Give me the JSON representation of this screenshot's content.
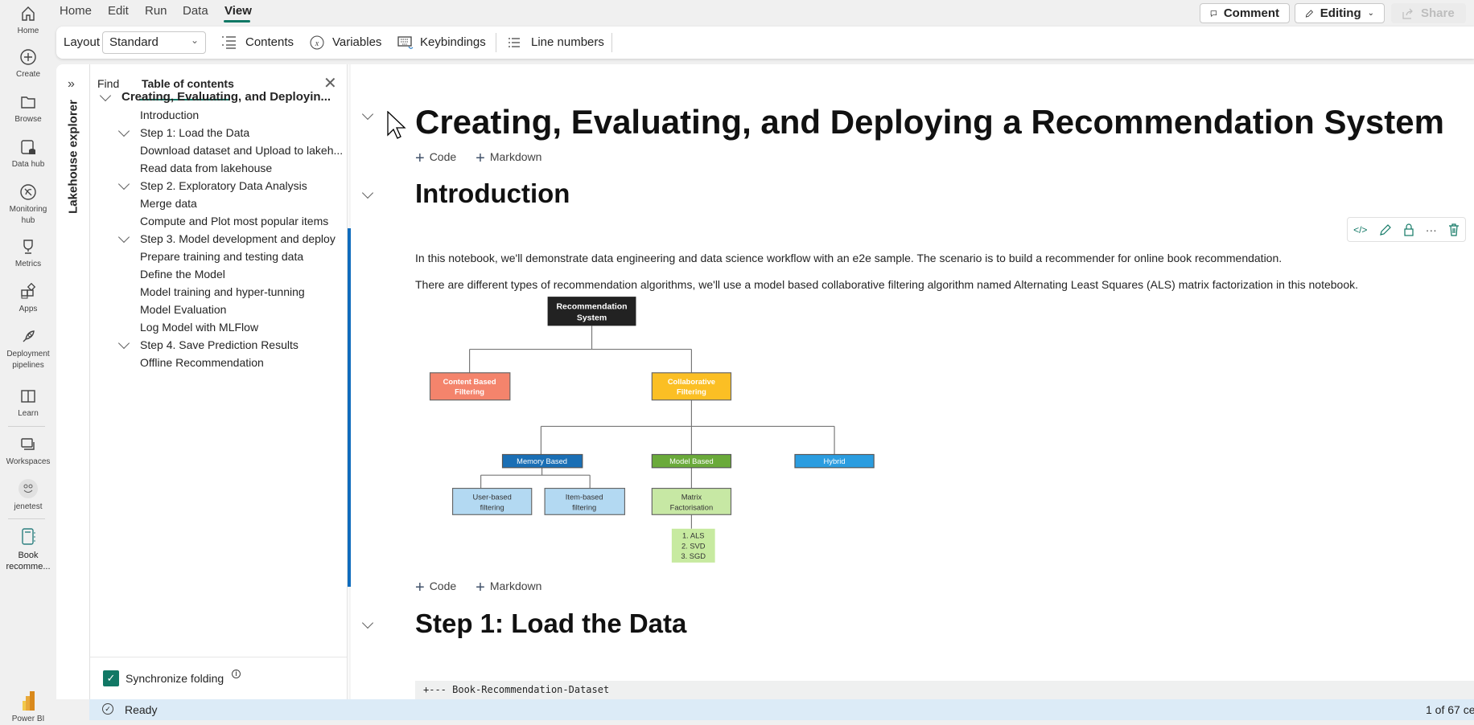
{
  "rail": {
    "items": [
      {
        "label": "Home",
        "icon": "home-icon"
      },
      {
        "label": "Create",
        "icon": "plus-circle-icon"
      },
      {
        "label": "Browse",
        "icon": "folder-icon"
      },
      {
        "label": "Data hub",
        "icon": "database-icon"
      },
      {
        "label": "Monitoring hub",
        "icon": "monitoring-icon"
      },
      {
        "label": "Metrics",
        "icon": "trophy-icon"
      },
      {
        "label": "Apps",
        "icon": "apps-icon"
      },
      {
        "label": "Deployment pipelines",
        "icon": "rocket-icon"
      },
      {
        "label": "Learn",
        "icon": "book-open-icon"
      },
      {
        "label": "Workspaces",
        "icon": "workspaces-icon"
      },
      {
        "label": "jenetest",
        "icon": "group-icon"
      },
      {
        "label": "Book recomme...",
        "icon": "notebook-icon"
      },
      {
        "label": "Power BI",
        "icon": "powerbi-logo"
      }
    ]
  },
  "menu": {
    "items": [
      "Home",
      "Edit",
      "Run",
      "Data",
      "View"
    ],
    "active": "View"
  },
  "header_buttons": {
    "comment": "Comment",
    "editing": "Editing",
    "share": "Share"
  },
  "toolbar": {
    "layout_label": "Layout",
    "layout_value": "Standard",
    "contents": "Contents",
    "variables": "Variables",
    "keybindings": "Keybindings",
    "line_numbers": "Line numbers"
  },
  "lakehouse_explorer": "Lakehouse explorer",
  "toc": {
    "tabs": [
      "Find",
      "Table of contents"
    ],
    "active_tab": "Table of contents",
    "heading": "Creating, Evaluating, and Deployin...",
    "items": [
      {
        "label": "Introduction",
        "level": 2,
        "collapsible": false
      },
      {
        "label": "Step 1: Load the Data",
        "level": 2,
        "collapsible": true
      },
      {
        "label": "Download dataset and Upload to lakeh...",
        "level": 3,
        "collapsible": false
      },
      {
        "label": "Read data from lakehouse",
        "level": 3,
        "collapsible": false
      },
      {
        "label": "Step 2. Exploratory Data Analysis",
        "level": 2,
        "collapsible": true
      },
      {
        "label": "Merge data",
        "level": 3,
        "collapsible": false
      },
      {
        "label": "Compute and Plot most popular items",
        "level": 3,
        "collapsible": false
      },
      {
        "label": "Step 3. Model development and deploy",
        "level": 2,
        "collapsible": true
      },
      {
        "label": "Prepare training and testing data",
        "level": 3,
        "collapsible": false
      },
      {
        "label": "Define the Model",
        "level": 3,
        "collapsible": false
      },
      {
        "label": "Model training and hyper-tunning",
        "level": 3,
        "collapsible": false
      },
      {
        "label": "Model Evaluation",
        "level": 3,
        "collapsible": false
      },
      {
        "label": "Log Model with MLFlow",
        "level": 3,
        "collapsible": false
      },
      {
        "label": "Step 4. Save Prediction Results",
        "level": 2,
        "collapsible": true
      },
      {
        "label": "Offline Recommendation",
        "level": 3,
        "collapsible": false
      }
    ],
    "sync_folding": {
      "label": "Synchronize folding",
      "checked": true
    }
  },
  "notebook": {
    "title": "Creating, Evaluating, and Deploying a Recommendation System",
    "add_code": "Code",
    "add_markdown": "Markdown",
    "intro_heading": "Introduction",
    "para1": "In this notebook, we'll demonstrate data engineering and data science workflow with an e2e sample. The scenario is to build a recommender for online book recommendation.",
    "para2": "There are different types of recommendation algorithms, we'll use a model based collaborative filtering algorithm named Alternating Least Squares (ALS) matrix factorization in this notebook.",
    "step1_heading": "Step 1: Load the Data",
    "code_line": "+--- Book-Recommendation-Dataset",
    "cell_toolbar": [
      "code-view-icon",
      "pencil-icon",
      "lock-icon",
      "more-icon",
      "trash-icon"
    ]
  },
  "diagram": {
    "root": [
      "Recommendation",
      "System"
    ],
    "content": [
      "Content Based",
      "Filtering"
    ],
    "collab": [
      "Collaborative",
      "Filtering"
    ],
    "memory": "Memory Based",
    "model": "Model Based",
    "hybrid": "Hybrid",
    "user": [
      "User-based",
      "filtering"
    ],
    "item": [
      "Item-based",
      "filtering"
    ],
    "matrix": [
      "Matrix",
      "Factorisation"
    ],
    "algos": [
      "1. ALS",
      "2. SVD",
      "3. SGD"
    ]
  },
  "status": {
    "state": "Ready",
    "cells": "1 of 67 ce"
  },
  "colors": {
    "accent": "#117865",
    "scroll": "#0f6cbd",
    "status_bg": "#dcebf7"
  }
}
